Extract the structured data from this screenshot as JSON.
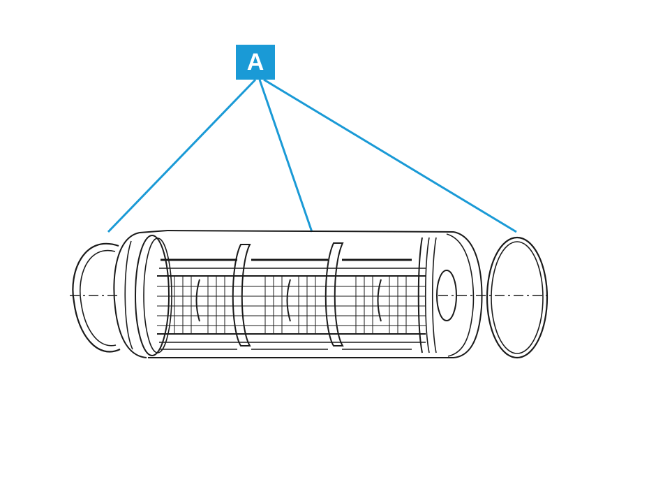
{
  "callout": {
    "label": "A",
    "color": "#1a9ad6"
  },
  "colors": {
    "line": "#1a1a1a",
    "leader": "#1a9ad6",
    "background": "#ffffff"
  },
  "parts": [
    "left-o-ring",
    "filter-cartridge",
    "right-o-ring"
  ]
}
